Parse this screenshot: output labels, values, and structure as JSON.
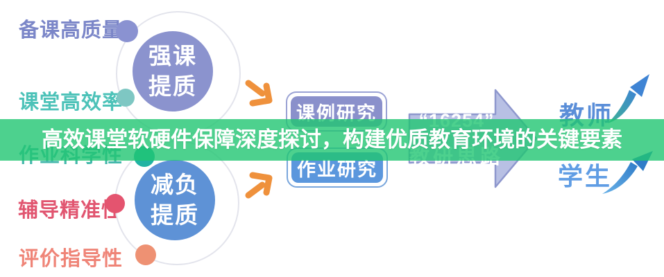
{
  "banner": {
    "title": "高效课堂软硬件保障深度探讨，构建优质教育环境的关键要素"
  },
  "left_labels": [
    {
      "text": "备课高质量",
      "color": "#7b86c8"
    },
    {
      "text": "课堂高效率",
      "color": "#4cc2b8"
    },
    {
      "text": "作业科学性",
      "color": "#45b8ab"
    },
    {
      "text": "辅导精准性",
      "color": "#e15570"
    },
    {
      "text": "评价指导性",
      "color": "#ef8477"
    }
  ],
  "hub_top": {
    "line1": "强课",
    "line2": "提质",
    "color": "#8b93ce"
  },
  "hub_bottom": {
    "line1": "减负",
    "line2": "提质",
    "color": "#5e92d6"
  },
  "process_boxes": [
    {
      "label": "课例研究",
      "color": "#8a90cb"
    },
    {
      "label": "作业研究",
      "color": "#5b97dd"
    }
  ],
  "main_arrow": {
    "line1": "“16254”",
    "line2": "教研思路",
    "color": "#b8c0e4"
  },
  "outcomes": [
    {
      "label": "教师",
      "color": "#5a8ed8"
    },
    {
      "label": "学生",
      "color": "#609de4"
    }
  ],
  "colors": {
    "banner_overlay": "#20c672",
    "banner_text": "#ffffff",
    "connector_arrow_orange": "#ef913c",
    "ring_border": "#e3e4ec",
    "dot_purple": "#8a92d1",
    "dot_teal_light": "#7ec7c3",
    "dot_teal_dark": "#21b3a3",
    "dot_red": "#e4546f",
    "dot_salmon": "#ee9173"
  }
}
